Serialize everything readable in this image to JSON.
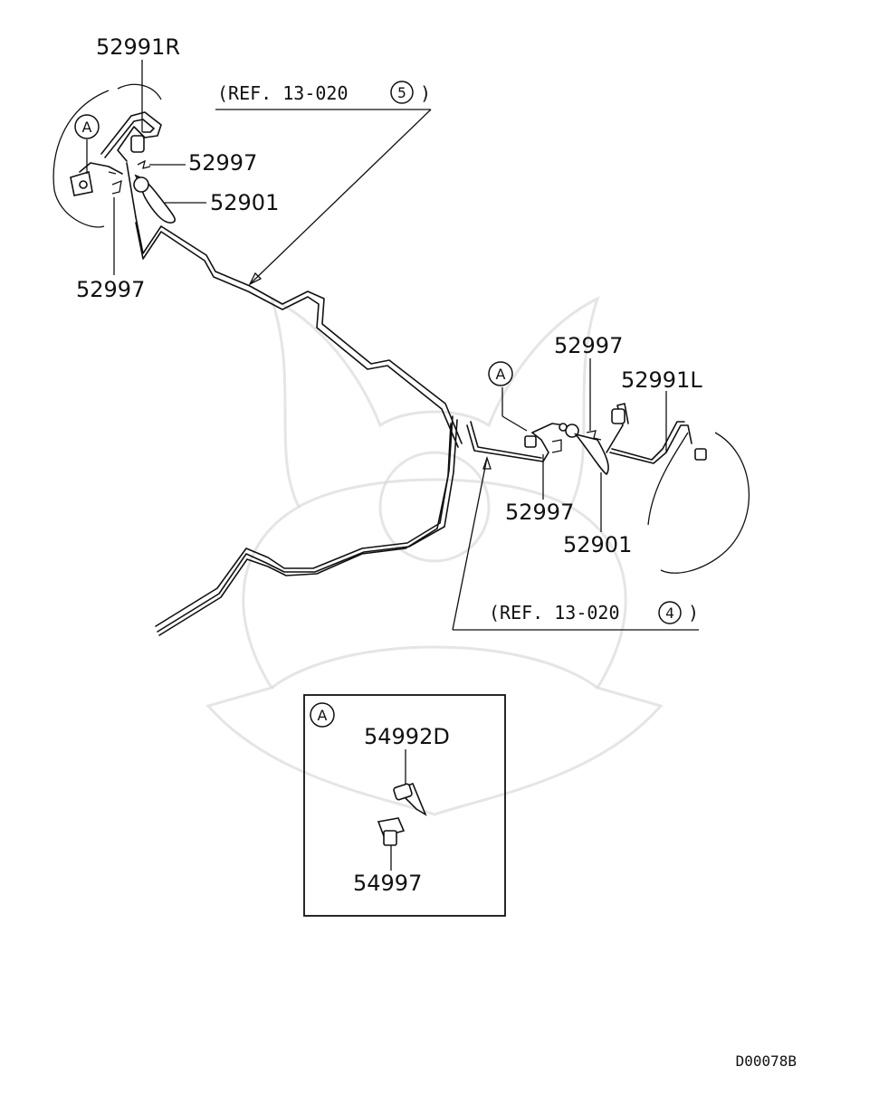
{
  "labels": {
    "p52991R": "52991R",
    "p52997_tr": "52997",
    "p52901_left": "52901",
    "p52997_bl": "52997",
    "ref_top": "(REF. 13-020 ",
    "ref_top_num": "5",
    "ref_top_close": ")",
    "p52997_mid": "52997",
    "p52991L": "52991L",
    "p52997_low": "52997",
    "p52901_right": "52901",
    "ref_bottom": "(REF. 13-020 ",
    "ref_bottom_num": "4",
    "ref_bottom_close": ")",
    "p54992D": "54992D",
    "p54997": "54997",
    "callout_a": "A",
    "diagram_code": "D00078B"
  }
}
